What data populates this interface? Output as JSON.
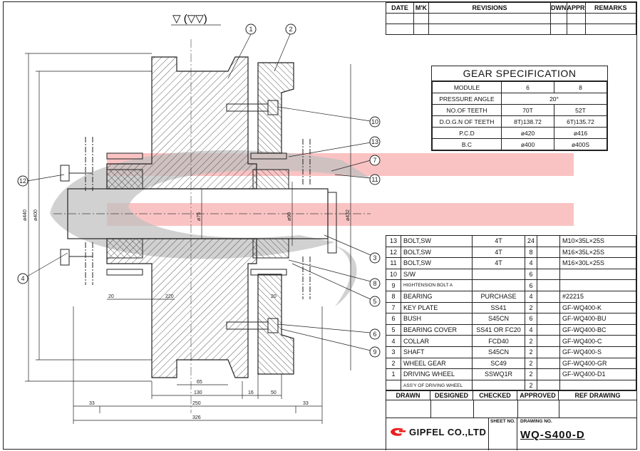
{
  "surface_finish": "▽ (▽▽)",
  "revisions": {
    "headers": [
      "DATE",
      "M'K",
      "REVISIONS",
      "DWN",
      "APPR",
      "REMARKS"
    ]
  },
  "gear_spec": {
    "title": "GEAR SPECIFICATION",
    "rows": [
      [
        "MODULE",
        "6",
        "8"
      ],
      [
        "PRESSURE ANGLE",
        "20°"
      ],
      [
        "NO.OF TEETH",
        "70T",
        "52T"
      ],
      [
        "D.O.G.N OF TEETH",
        "8T)138.72",
        "6T)135.72"
      ],
      [
        "P.C.D",
        "ø420",
        "ø416"
      ],
      [
        "B.C",
        "ø400",
        "ø400S"
      ]
    ]
  },
  "parts": [
    [
      "13",
      "BOLT,SW",
      "4T",
      "24",
      "M10×35L×25S"
    ],
    [
      "12",
      "BOLT,SW",
      "4T",
      "8",
      "M16×35L×25S"
    ],
    [
      "11",
      "BOLT,SW",
      "4T",
      "4",
      "M16×30L×25S"
    ],
    [
      "10",
      "S/W",
      "",
      "6",
      ""
    ],
    [
      "9",
      "HIGHTENSION BOLT A",
      "",
      "6",
      ""
    ],
    [
      "8",
      "BEARING",
      "PURCHASE",
      "4",
      "#22215"
    ],
    [
      "7",
      "KEY PLATE",
      "SS41",
      "2",
      "GF-WQ400-K"
    ],
    [
      "6",
      "BUSH",
      "S45CN",
      "6",
      "GF-WQ400-BU"
    ],
    [
      "5",
      "BEARING COVER",
      "SS41 OR FC20",
      "4",
      "GF-WQ400-BC"
    ],
    [
      "4",
      "COLLAR",
      "FCD40",
      "2",
      "GF-WQ400-C"
    ],
    [
      "3",
      "SHAFT",
      "S45CN",
      "2",
      "GF-WQ400-S"
    ],
    [
      "2",
      "WHEEL GEAR",
      "SC49",
      "2",
      "GF-WQ400-GR"
    ],
    [
      "1",
      "DRIVING WHEEL",
      "SSWQ1R",
      "2",
      "GF-WQ400-D1"
    ],
    [
      "",
      "ASS'Y OF DRIVING WHEEL",
      "",
      "2",
      ""
    ]
  ],
  "title_block": {
    "headers": [
      "DRAWN",
      "DESIGNED",
      "CHECKED",
      "APPROVED",
      "REF DRAWING"
    ],
    "sheet_no_label": "SHEET NO.",
    "drawing_no_label": "DRAWING NO.",
    "company": "GIPFEL CO.,LTD",
    "drawing_no": "WQ-S400-D"
  },
  "dimensions": {
    "d440": "ø440",
    "d400": "ø400",
    "d75": "ø75",
    "d90": "ø90",
    "d432": "ø432",
    "w20a": "20",
    "w220": "220",
    "w20b": "20",
    "w65": "65",
    "w130": "130",
    "w16": "16",
    "w50": "50",
    "w33a": "33",
    "w250": "250",
    "w33b": "33",
    "w326": "326"
  },
  "balloons": [
    "1",
    "2",
    "3",
    "4",
    "5",
    "6",
    "7",
    "8",
    "9",
    "10",
    "11",
    "12",
    "13"
  ],
  "colors": {
    "logo_red": "#e8201c",
    "watermark_red": "#ee3333",
    "watermark_grey": "#b5b5b5"
  }
}
